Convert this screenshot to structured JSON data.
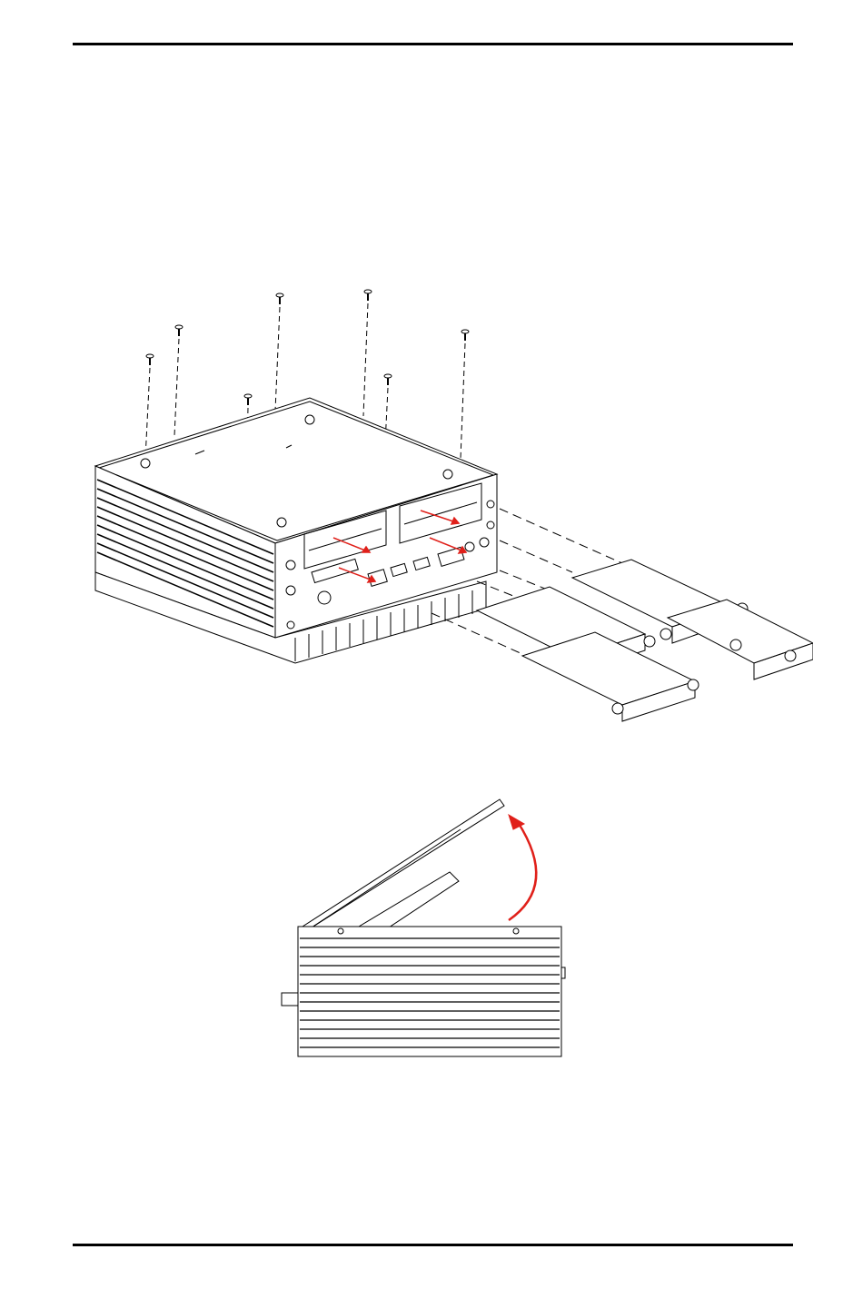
{
  "page": {
    "header_rule": "top-divider",
    "footer_rule": "bottom-divider"
  },
  "figures": [
    {
      "id": "exploded-view",
      "description_icon": "drive-bay-exploded-icon"
    },
    {
      "id": "side-view",
      "description_icon": "lid-open-arrow-icon"
    }
  ],
  "colors": {
    "line": "#000000",
    "arrow": "#e0201a",
    "fill": "#ffffff"
  }
}
